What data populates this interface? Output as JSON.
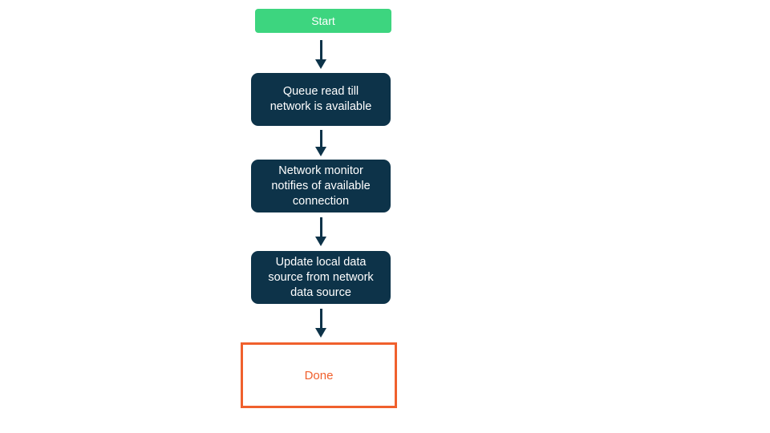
{
  "flowchart": {
    "nodes": [
      {
        "id": "start",
        "type": "start",
        "label": "Start"
      },
      {
        "id": "queue-read",
        "type": "process",
        "label": "Queue read till network is available"
      },
      {
        "id": "network-monitor",
        "type": "process",
        "label": "Network monitor notifies of available connection"
      },
      {
        "id": "update-local-data",
        "type": "process",
        "label": "Update local data source from network data source"
      },
      {
        "id": "done",
        "type": "terminal",
        "label": "Done"
      }
    ],
    "edges": [
      {
        "from": "start",
        "to": "queue-read"
      },
      {
        "from": "queue-read",
        "to": "network-monitor"
      },
      {
        "from": "network-monitor",
        "to": "update-local-data"
      },
      {
        "from": "update-local-data",
        "to": "done"
      }
    ],
    "colors": {
      "background": "#ffffff",
      "start_fill": "#3dd57f",
      "process_fill": "#0d3349",
      "node_text": "#ffffff",
      "arrow": "#0d3349",
      "terminal_fill": "#ffffff",
      "terminal_border": "#f0602d",
      "terminal_text": "#f0602d"
    }
  }
}
